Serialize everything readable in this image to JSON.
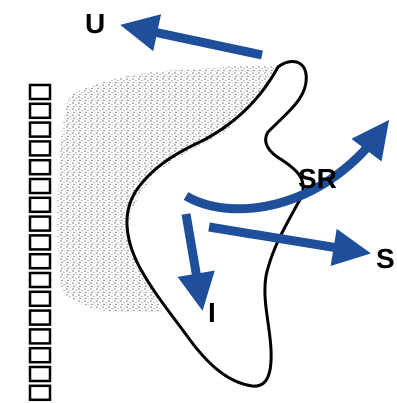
{
  "diagram": {
    "labels": {
      "up": "U",
      "superior_right": "SR",
      "side": "S",
      "inferior": "I"
    },
    "colors": {
      "arrow": "#1f4e9a",
      "outline": "#000000",
      "stipple": "#b8b8b8",
      "spine": "#000000"
    },
    "spine_segments": 17
  }
}
